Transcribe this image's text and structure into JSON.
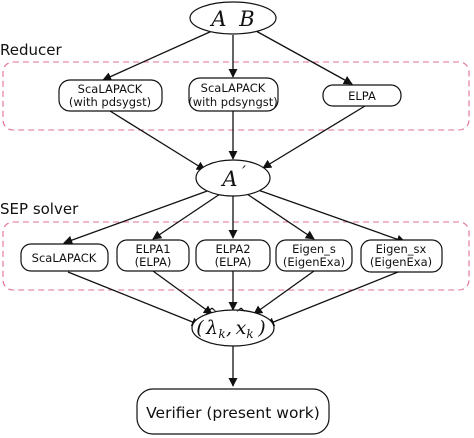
{
  "groups": {
    "reducer": "Reducer",
    "sep_solver": "SEP solver"
  },
  "nodes": {
    "input": {
      "a": "A",
      "b": "B"
    },
    "reducers": [
      {
        "line1": "ScaLAPACK",
        "line2": "(with pdsygst)"
      },
      {
        "line1": "ScaLAPACK",
        "line2": "(with pdsyngst)"
      },
      {
        "line1": "ELPA",
        "line2": ""
      }
    ],
    "reduced": {
      "a": "A",
      "prime": "′"
    },
    "solvers": [
      {
        "line1": "ScaLAPACK",
        "line2": ""
      },
      {
        "line1": "ELPA1",
        "line2": "(ELPA)"
      },
      {
        "line1": "ELPA2",
        "line2": "(ELPA)"
      },
      {
        "line1": "Eigen_s",
        "line2": "(EigenExa)"
      },
      {
        "line1": "Eigen_sx",
        "line2": "(EigenExa)"
      }
    ],
    "result": {
      "open": "(",
      "lambda": "λ",
      "hat": "^",
      "k": "k",
      "comma": ",",
      "x": "x",
      "close": ")"
    },
    "verifier": "Verifier (present work)"
  }
}
